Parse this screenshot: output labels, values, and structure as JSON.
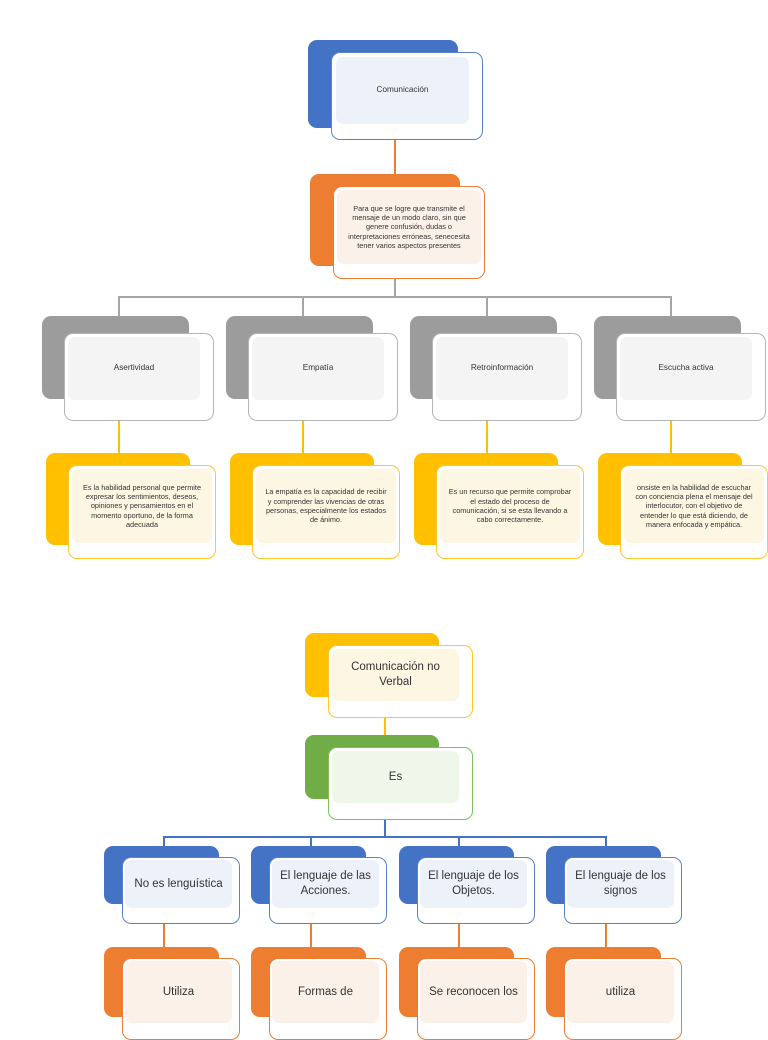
{
  "document": {
    "title": "Mapa conceptual - Comunicación",
    "background": "#ffffff"
  },
  "palette": {
    "blue": "#4472C4",
    "orange": "#ED7D31",
    "gray": "#9C9C9C",
    "gold": "#FFC000",
    "green": "#70AD47",
    "blue_fill": "#EDF2FA",
    "orange_fill": "#FCF1E9",
    "gray_fill": "#F4F4F4",
    "gold_fill": "#FDF6E3",
    "green_fill": "#EFF6EA"
  },
  "map_one": {
    "root": {
      "label": "Comunicación",
      "color": "blue"
    },
    "description": {
      "label": "Para que se logre que transmite el mensaje de un modo claro, sin que genere confusión, dudas o interpretaciones erróneas, senecesita tener varios aspectos presentes",
      "color": "orange"
    },
    "branches": [
      {
        "title": "Asertividad",
        "detail": "Es la habilidad personal que permite expresar los sentimientos, deseos, opiniones y pensamientos en el momento oportuno, de la forma adecuada"
      },
      {
        "title": "Empatía",
        "detail": "La empatía es la capacidad de recibir y comprender las vivencias de otras personas, especialmente los estados de ánimo."
      },
      {
        "title": "Retroinformación",
        "detail": "Es un recurso que permite comprobar el estado del proceso de comunicación, si se esta llevando a cabo correctamente."
      },
      {
        "title": "Escucha activa",
        "detail": "onsiste en la habilidad de escuchar con conciencia plena el mensaje del interlocutor, con el objetivo de entender lo que está diciendo, de manera enfocada y empática."
      }
    ]
  },
  "map_two": {
    "root": {
      "label": "Comunicación no Verbal",
      "color": "gold"
    },
    "connector_node": {
      "label": "Es",
      "color": "green"
    },
    "branches": [
      {
        "title": "No es lenguística",
        "detail": "Utiliza"
      },
      {
        "title": "El lenguaje de las Acciones.",
        "detail": "Formas de"
      },
      {
        "title": "El lenguaje de los Objetos.",
        "detail": "Se reconocen los"
      },
      {
        "title": "El lenguaje de los signos",
        "detail": "utiliza"
      }
    ]
  }
}
